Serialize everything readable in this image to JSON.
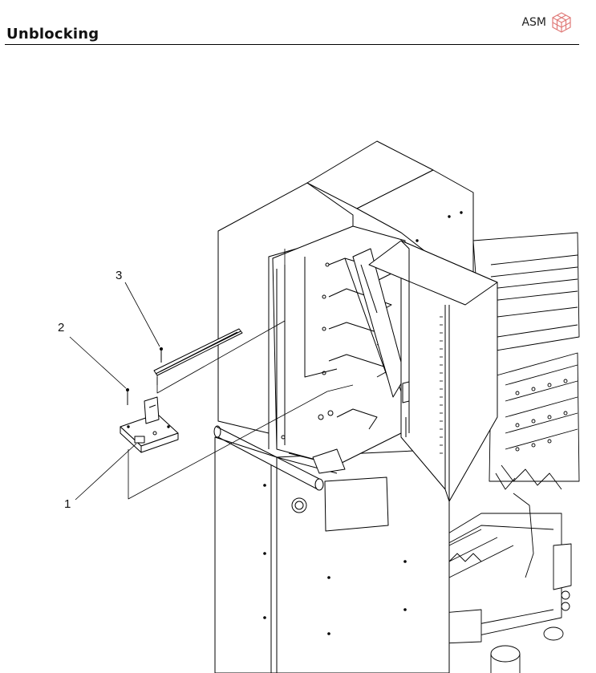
{
  "header": {
    "title": "Unblocking",
    "brand": "ASM",
    "brand_icon": "asm-cube-logo-icon",
    "brand_color": "#e07a78"
  },
  "figure": {
    "callouts": [
      "1",
      "2",
      "3"
    ]
  }
}
